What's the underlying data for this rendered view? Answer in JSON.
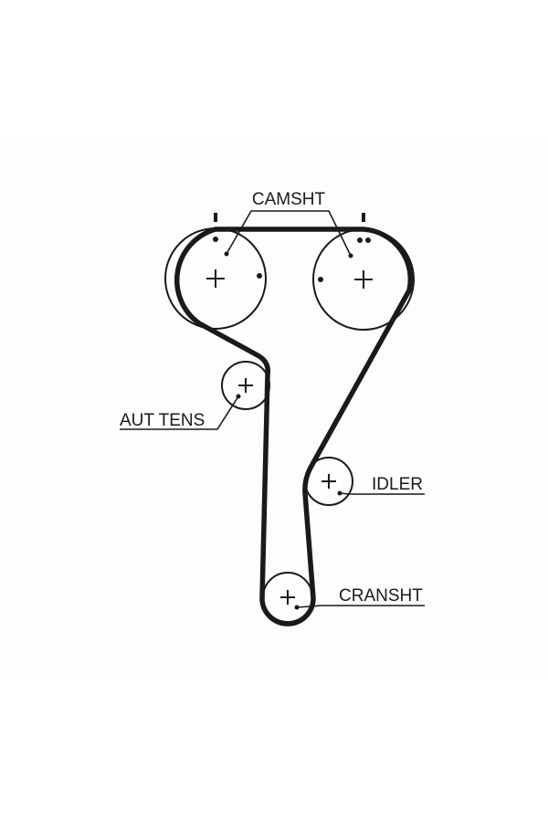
{
  "diagram": {
    "labels": {
      "camshaft": "CAMSHT",
      "auto_tensioner": "AUT TENS",
      "idler": "IDLER",
      "crankshaft": "CRANSHT"
    },
    "colors": {
      "belt": "#1a1a1a",
      "pulley_outline": "#1a1a1a",
      "background": "#ffffff"
    },
    "icons": {
      "pulley_center": "plus-cross",
      "timing_mark": "dot"
    }
  }
}
